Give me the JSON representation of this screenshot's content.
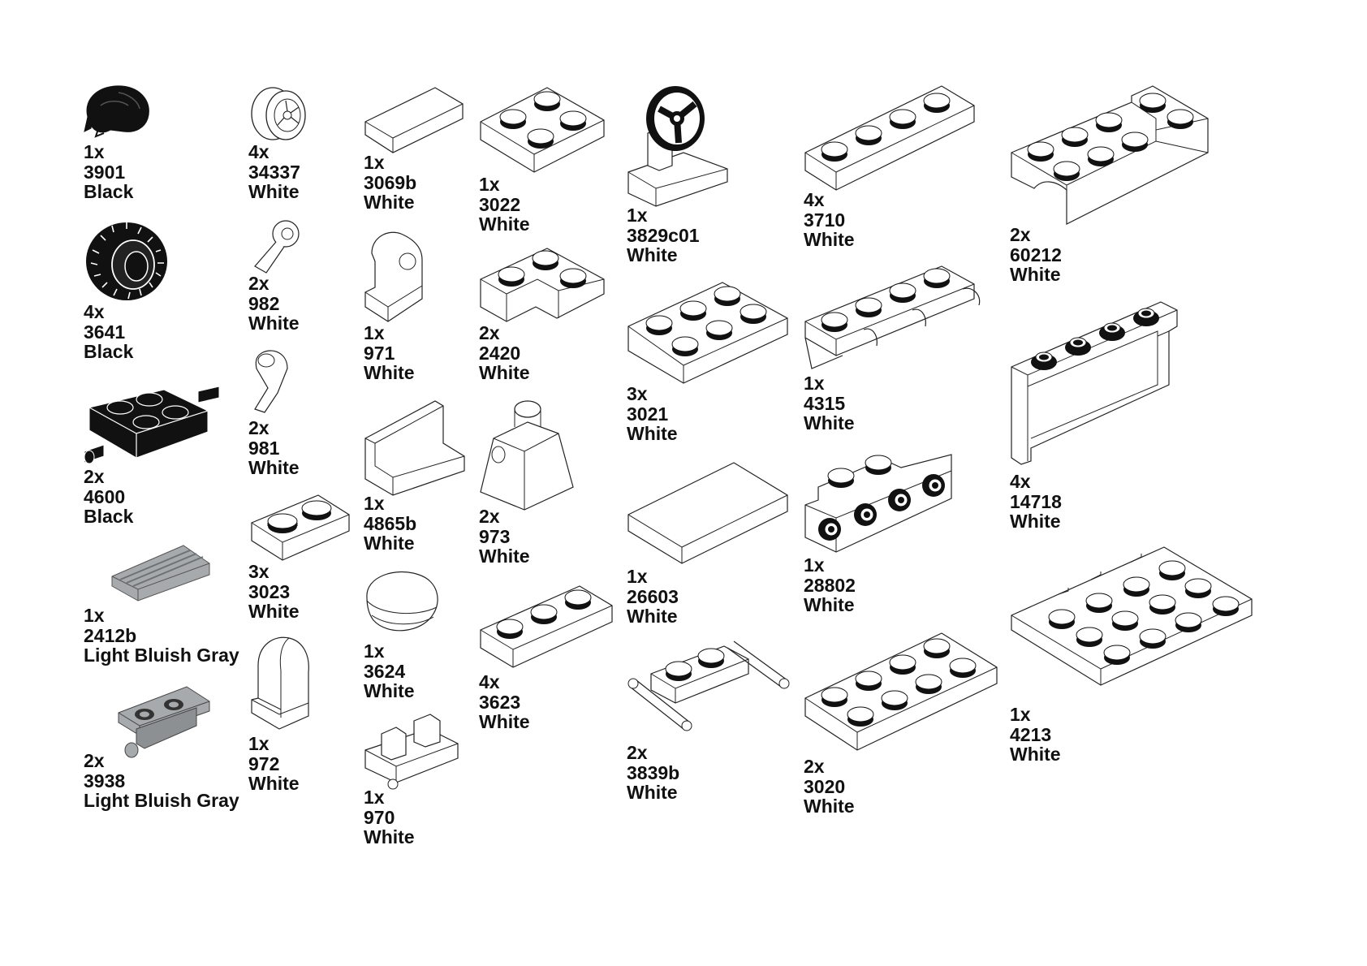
{
  "parts": [
    {
      "qty": "1x",
      "id": "3901",
      "color": "Black",
      "icon": "hair-icon"
    },
    {
      "qty": "4x",
      "id": "3641",
      "color": "Black",
      "icon": "tire-icon"
    },
    {
      "qty": "2x",
      "id": "4600",
      "color": "Black",
      "icon": "axle-plate-icon"
    },
    {
      "qty": "1x",
      "id": "2412b",
      "color": "Light Bluish Gray",
      "icon": "grille-tile-icon"
    },
    {
      "qty": "2x",
      "id": "3938",
      "color": "Light Bluish Gray",
      "icon": "hinge-brick-icon"
    },
    {
      "qty": "4x",
      "id": "34337",
      "color": "White",
      "icon": "wheel-rim-icon"
    },
    {
      "qty": "2x",
      "id": "982",
      "color": "White",
      "icon": "leg-left-icon"
    },
    {
      "qty": "2x",
      "id": "981",
      "color": "White",
      "icon": "arm-right-icon"
    },
    {
      "qty": "3x",
      "id": "3023",
      "color": "White",
      "icon": "plate-1x2-icon"
    },
    {
      "qty": "1x",
      "id": "972",
      "color": "White",
      "icon": "leg-icon"
    },
    {
      "qty": "1x",
      "id": "3069b",
      "color": "White",
      "icon": "tile-1x2-icon"
    },
    {
      "qty": "1x",
      "id": "971",
      "color": "White",
      "icon": "leg-piece-icon"
    },
    {
      "qty": "1x",
      "id": "4865b",
      "color": "White",
      "icon": "panel-icon"
    },
    {
      "qty": "1x",
      "id": "3624",
      "color": "White",
      "icon": "cap-icon"
    },
    {
      "qty": "1x",
      "id": "970",
      "color": "White",
      "icon": "hips-icon"
    },
    {
      "qty": "1x",
      "id": "3022",
      "color": "White",
      "icon": "plate-2x2-icon"
    },
    {
      "qty": "2x",
      "id": "2420",
      "color": "White",
      "icon": "plate-corner-icon"
    },
    {
      "qty": "2x",
      "id": "973",
      "color": "White",
      "icon": "torso-icon"
    },
    {
      "qty": "4x",
      "id": "3623",
      "color": "White",
      "icon": "plate-1x3-icon"
    },
    {
      "qty": "1x",
      "id": "3829c01",
      "color": "White",
      "icon": "steering-wheel-icon"
    },
    {
      "qty": "3x",
      "id": "3021",
      "color": "White",
      "icon": "plate-2x3-icon"
    },
    {
      "qty": "1x",
      "id": "26603",
      "color": "White",
      "icon": "tile-2x3-icon"
    },
    {
      "qty": "2x",
      "id": "3839b",
      "color": "White",
      "icon": "handle-plate-icon"
    },
    {
      "qty": "4x",
      "id": "3710",
      "color": "White",
      "icon": "plate-1x4-icon"
    },
    {
      "qty": "1x",
      "id": "4315",
      "color": "White",
      "icon": "hinge-plate-icon"
    },
    {
      "qty": "1x",
      "id": "28802",
      "color": "White",
      "icon": "bracket-plate-icon"
    },
    {
      "qty": "2x",
      "id": "3020",
      "color": "White",
      "icon": "plate-2x4-icon"
    },
    {
      "qty": "2x",
      "id": "60212",
      "color": "White",
      "icon": "mudguard-plate-icon"
    },
    {
      "qty": "4x",
      "id": "14718",
      "color": "White",
      "icon": "window-frame-icon"
    },
    {
      "qty": "1x",
      "id": "4213",
      "color": "White",
      "icon": "flip-plate-icon"
    }
  ],
  "colors": {
    "black": "#111111",
    "gray": "#a7aaac",
    "white": "#ffffff",
    "line": "#1a1a1a"
  }
}
